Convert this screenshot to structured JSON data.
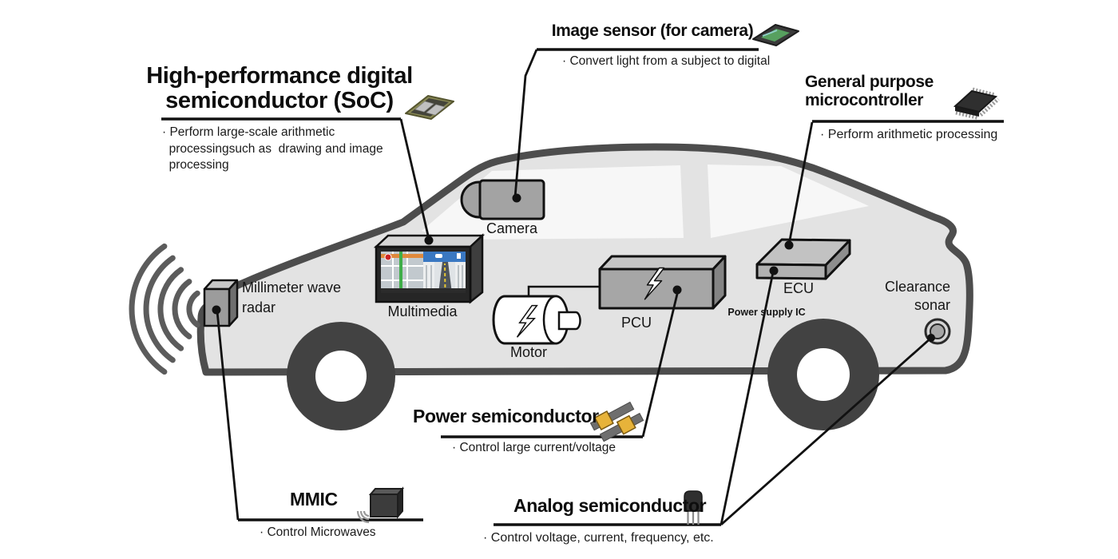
{
  "callouts": {
    "soc": {
      "title": "High-performance digital\nsemiconductor (SoC)",
      "bullet": "· Perform large-scale arithmetic\n  processingsuch as  drawing and image\n  processing",
      "icon": "soc-chip-icon"
    },
    "image_sensor": {
      "title": "Image sensor (for camera)",
      "bullet": "· Convert light from a subject to digital",
      "icon": "image-sensor-chip-icon"
    },
    "microcontroller": {
      "title": "General purpose\nmicrocontroller",
      "bullet": "· Perform arithmetic processing",
      "icon": "microcontroller-chip-icon"
    },
    "power": {
      "title": "Power semiconductor",
      "bullet": "· Control large current/voltage",
      "icon": "power-semiconductor-icon"
    },
    "mmic": {
      "title": "MMIC",
      "bullet": "· Control Microwaves",
      "icon": "mmic-chip-icon"
    },
    "analog": {
      "title": "Analog semiconductor",
      "bullet": "· Control voltage, current, frequency, etc.",
      "icon": "transistor-icon"
    }
  },
  "components": {
    "camera": "Camera",
    "multimedia": "Multimedia",
    "motor": "Motor",
    "pcu": "PCU",
    "ecu": "ECU",
    "power_supply_ic": "Power supply IC",
    "radar": "Millimeter wave\nradar",
    "sonar": "Clearance\nsonar"
  },
  "colors": {
    "car_body": "#e3e3e3",
    "car_outline": "#4d4d4d",
    "wheel": "#424242",
    "accent_power_chip": "#e7b33a",
    "sensor_die_green": "#57a05f",
    "screen_sky_blue": "#3a78c2",
    "route_green": "#3fae49",
    "road_orange": "#e0893c",
    "map_red": "#cc2222"
  }
}
